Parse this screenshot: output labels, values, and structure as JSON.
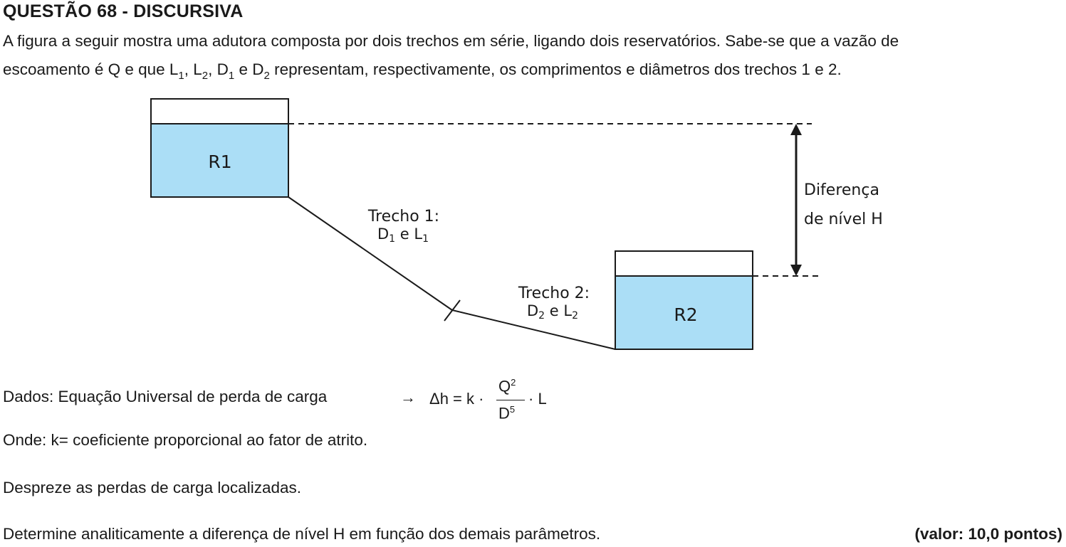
{
  "question": {
    "title": "QUESTÃO 68 - DISCURSIVA",
    "intro_line1": "A figura a seguir mostra uma adutora composta por dois trechos em série, ligando dois reservatórios. Sabe-se que a vazão de",
    "intro_line2_parts": {
      "p1": "escoamento é Q e que L",
      "s1": "1",
      "p2": ", L",
      "s2": "2",
      "p3": ", D",
      "s3": "1",
      "p4": " e D",
      "s4": "2",
      "p5": " representam, respectivamente, os comprimentos e diâmetros dos trechos 1 e 2."
    }
  },
  "figure": {
    "r1_label": "R1",
    "r2_label": "R2",
    "trecho1_title": "Trecho 1:",
    "trecho1_sub": {
      "a": "D",
      "a_sub": "1",
      "mid": " e L",
      "b_sub": "1"
    },
    "trecho2_title": "Trecho 2:",
    "trecho2_sub": {
      "a": "D",
      "a_sub": "2",
      "mid": " e L",
      "b_sub": "2"
    },
    "diff_line1": "Diferença",
    "diff_line2": "de nível H",
    "colors": {
      "water": "#abdef6",
      "line": "#1a1a1a"
    }
  },
  "dados": {
    "label": "Dados: Equação Universal de perda de carga",
    "arrow": "→",
    "formula": {
      "lhs": "Δh = k ·",
      "numerator": "Q",
      "num_exp": "2",
      "denominator": "D",
      "den_exp": "5",
      "rhs": "· L"
    }
  },
  "onde": "Onde: k= coeficiente proporcional ao fator de atrito.",
  "despreze": "Despreze as perdas de carga localizadas.",
  "determine": "Determine analiticamente a diferença de nível H em função dos demais parâmetros.",
  "valor": "(valor: 10,0 pontos)"
}
